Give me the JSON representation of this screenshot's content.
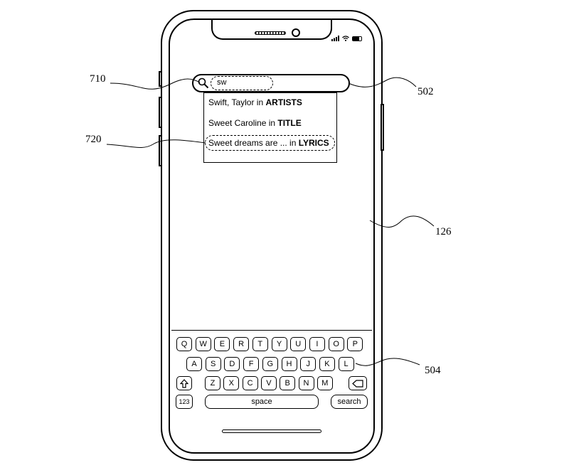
{
  "reference_numerals": {
    "search_icon_ref": "710",
    "suggestion_ref": "720",
    "search_bar_ref": "502",
    "device_ref": "126",
    "keyboard_ref": "504"
  },
  "search": {
    "query": "sw"
  },
  "suggestions": [
    {
      "prefix": "Swift, Taylor in ",
      "category": "ARTISTS"
    },
    {
      "prefix": "Sweet Caroline in ",
      "category": "TITLE"
    },
    {
      "prefix": "Sweet dreams are ... in ",
      "category": "LYRICS",
      "highlighted": true
    }
  ],
  "keyboard": {
    "row1": [
      "Q",
      "W",
      "E",
      "R",
      "T",
      "Y",
      "U",
      "I",
      "O",
      "P"
    ],
    "row2": [
      "A",
      "S",
      "D",
      "F",
      "G",
      "H",
      "J",
      "K",
      "L"
    ],
    "row3": [
      "Z",
      "X",
      "C",
      "V",
      "B",
      "N",
      "M"
    ],
    "shift_icon": "shift-arrow-icon",
    "backspace_icon": "backspace-icon",
    "numbers_label": "123",
    "space_label": "space",
    "search_label": "search"
  },
  "status_bar": {
    "icons": [
      "signal-bars-icon",
      "wifi-icon",
      "battery-icon"
    ]
  }
}
